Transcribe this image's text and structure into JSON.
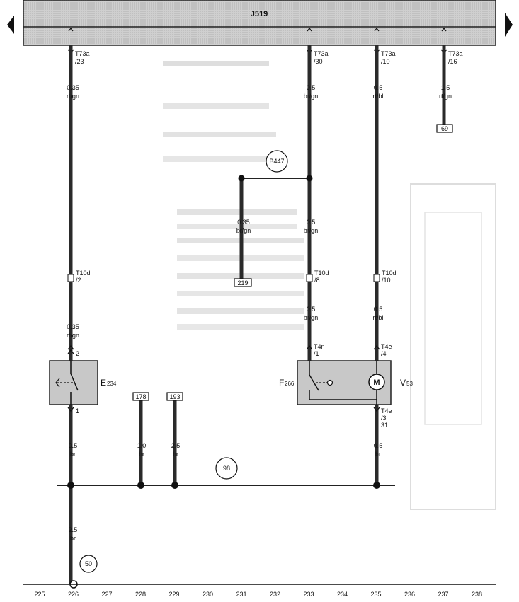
{
  "unit": {
    "label": "J519"
  },
  "connectors": {
    "t73a_23": {
      "name": "T73a",
      "pin": "/23"
    },
    "t73a_30": {
      "name": "T73a",
      "pin": "/30"
    },
    "t73a_10": {
      "name": "T73a",
      "pin": "/10"
    },
    "t73a_16": {
      "name": "T73a",
      "pin": "/16"
    },
    "t10d_2": {
      "name": "T10d",
      "pin": "/2"
    },
    "t10d_8": {
      "name": "T10d",
      "pin": "/8"
    },
    "t10d_10": {
      "name": "T10d",
      "pin": "/10"
    },
    "t4n_1": {
      "name": "T4n",
      "pin": "/1"
    },
    "t4e_4": {
      "name": "T4e",
      "pin": "/4"
    },
    "t4e_3": {
      "name": "T4e",
      "pin": "/3"
    },
    "e234_pin2": "2",
    "e234_pin1": "1",
    "pin31": "31"
  },
  "wires": {
    "w1_top": {
      "size": "0.35",
      "color": "rt/gn"
    },
    "w1_mid": {
      "size": "0.35",
      "color": "rt/gn"
    },
    "w1_bot": {
      "size": "0.5",
      "color": "br"
    },
    "w1_ground": {
      "size": "2.5",
      "color": "br"
    },
    "w_178": {
      "size": "1.0",
      "color": "br"
    },
    "w_193": {
      "size": "2.5",
      "color": "br"
    },
    "w2_top": {
      "size": "0.5",
      "color": "br/gn"
    },
    "w2_mid": {
      "size": "0.5",
      "color": "br/gn"
    },
    "w2_bot": {
      "size": "0.5",
      "color": "br/gn"
    },
    "w_branch": {
      "size": "0.35",
      "color": "br/gn"
    },
    "w3_top": {
      "size": "0.5",
      "color": "rt/bl"
    },
    "w3_mid": {
      "size": "0.5",
      "color": "rt/bl"
    },
    "w3_bot": {
      "size": "0.5",
      "color": "br"
    },
    "w4_top": {
      "size": "1.5",
      "color": "rt/gn"
    }
  },
  "references": {
    "r69": "69",
    "r219": "219",
    "r178": "178",
    "r193": "193"
  },
  "nodes": {
    "b447": "B447",
    "n98": "98",
    "n50": "50"
  },
  "components": {
    "e234": {
      "name": "E",
      "sub": "234"
    },
    "f266": {
      "name": "F",
      "sub": "266"
    },
    "v53": {
      "name": "V",
      "sub": "53"
    },
    "motor_symbol": "M"
  },
  "ruler": [
    "225",
    "226",
    "227",
    "228",
    "229",
    "230",
    "231",
    "232",
    "233",
    "234",
    "235",
    "236",
    "237",
    "238"
  ],
  "nav": {
    "prev_icon": "triangle-left-icon",
    "next_icon": "triangle-right-icon"
  }
}
